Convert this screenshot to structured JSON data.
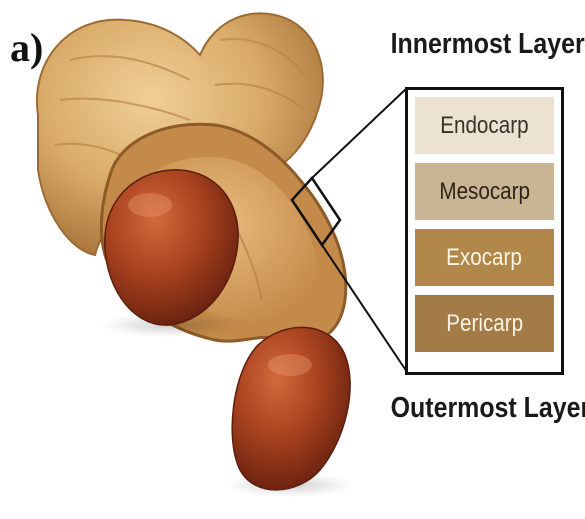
{
  "panel_label": "a)",
  "innermost_label": "Innermost Layer",
  "outermost_label": "Outermost Layer",
  "layers": [
    "Endocarp",
    "Mesocarp",
    "Exocarp",
    "Pericarp"
  ],
  "colors": {
    "endocarp": "#ebe2d2",
    "mesocarp": "#c9b493",
    "exocarp": "#b2884a",
    "pericarp": "#a27b47",
    "shell": "#d8ab6c",
    "kernel": "#9e3d1d"
  },
  "illustration": [
    "peanut-shell-icon",
    "peanut-kernel-icon"
  ]
}
